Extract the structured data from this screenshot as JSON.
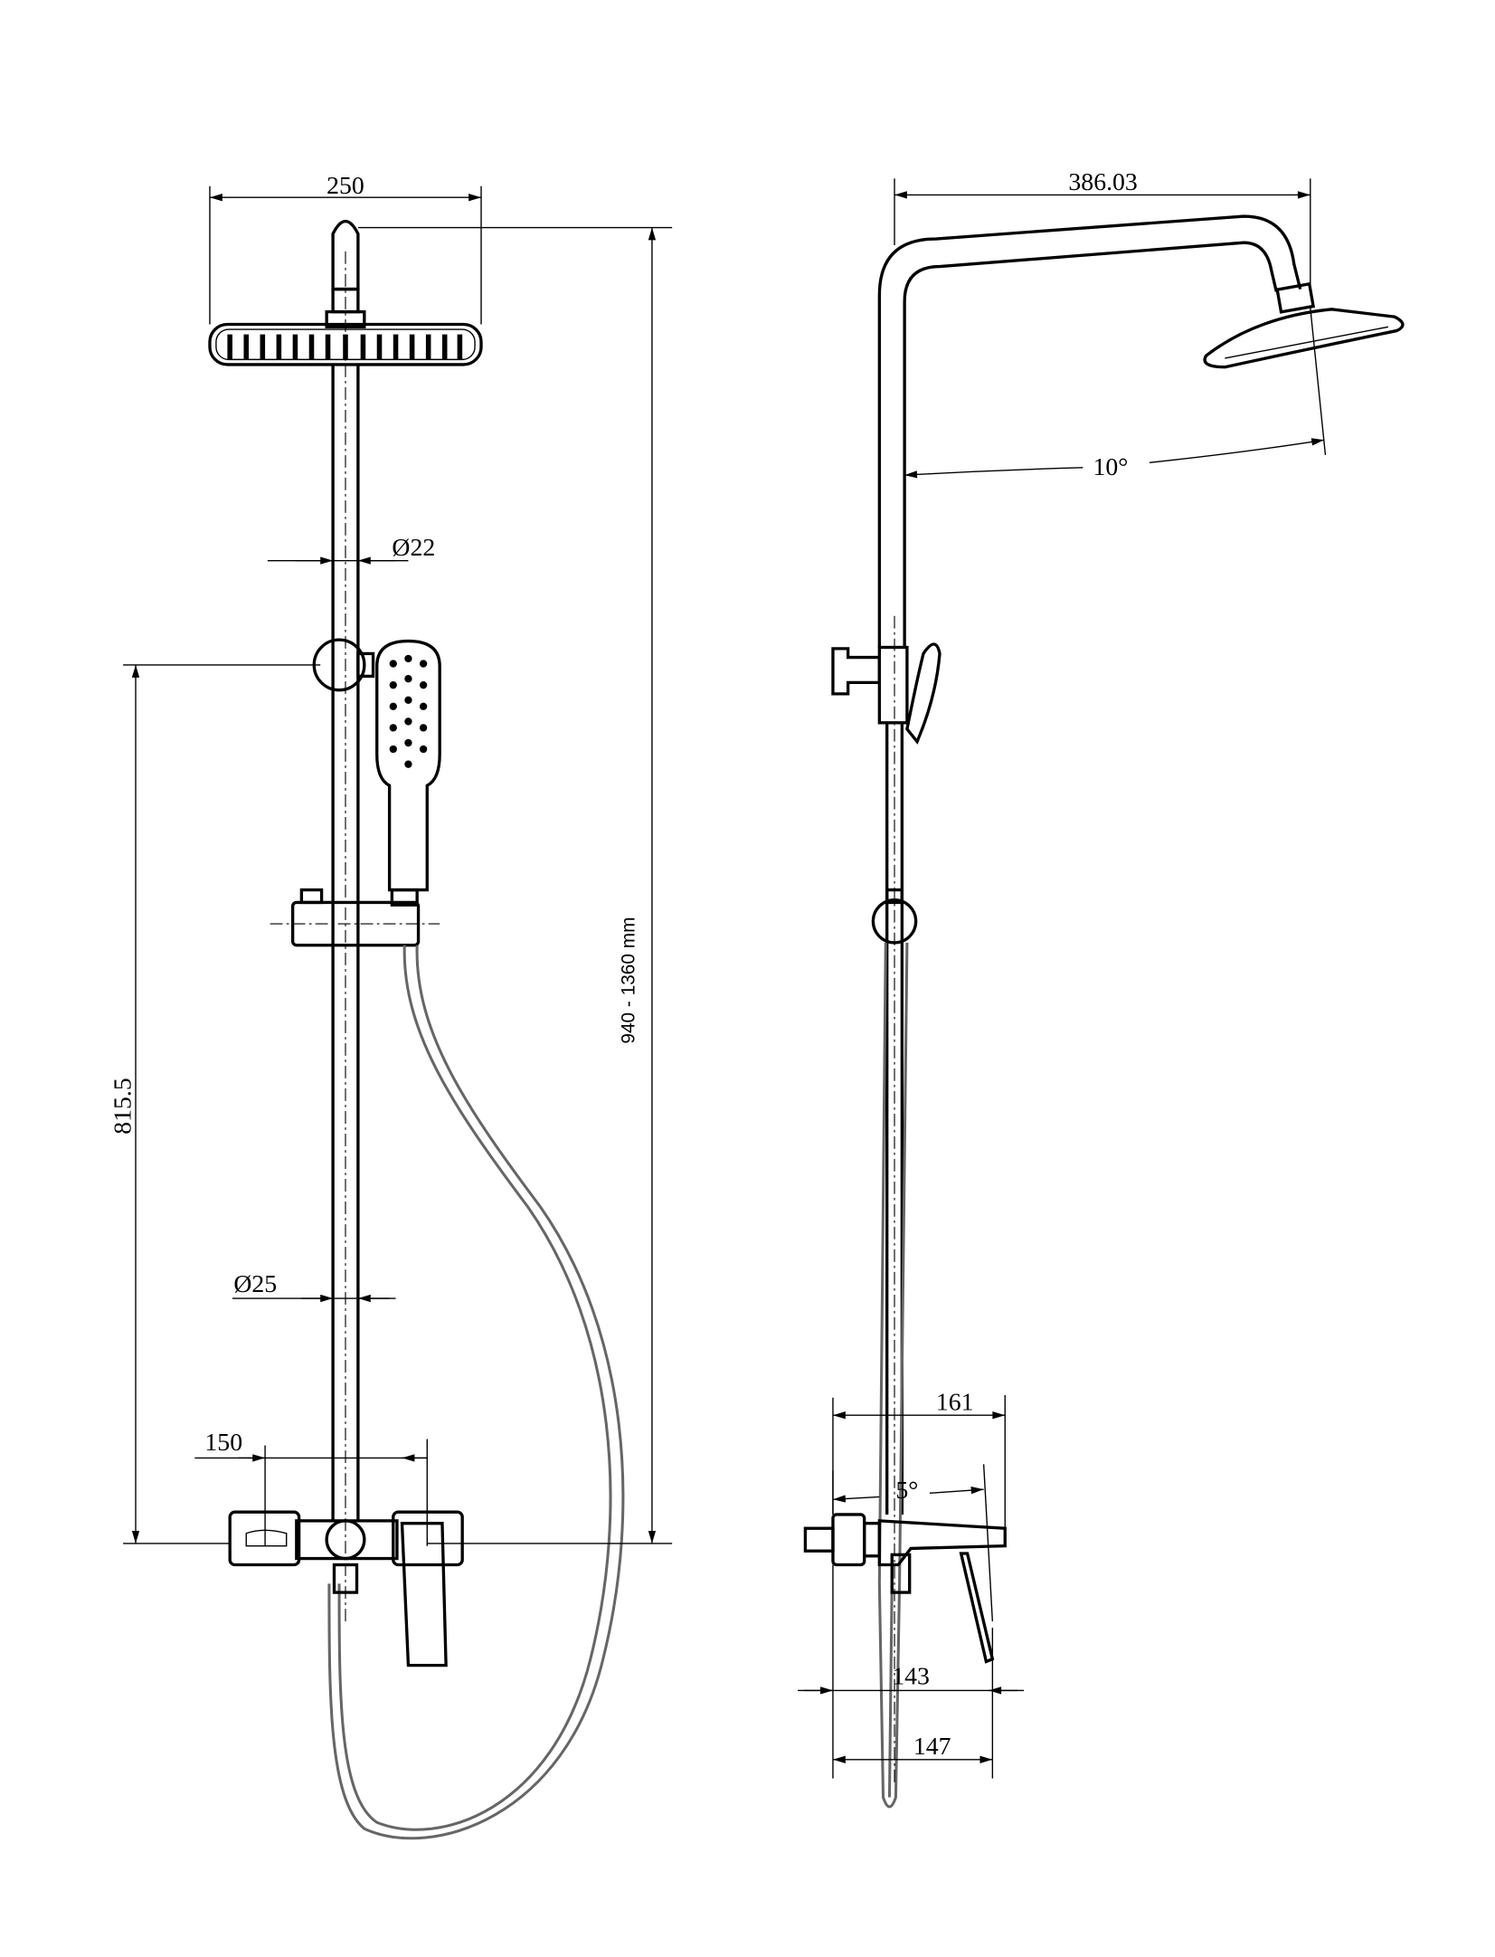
{
  "drawing": {
    "front_view": {
      "head_width": "250",
      "upper_pipe_diameter": "Ø22",
      "lower_pipe_diameter": "Ø25",
      "height_range": "940 - 1360 mm",
      "holder_height": "815.5",
      "inlet_spacing": "150"
    },
    "side_view": {
      "arm_reach": "386.03",
      "head_tilt": "10°",
      "mixer_depth": "161",
      "spout_angle": "5°",
      "depth_lever": "143",
      "depth_spout": "147"
    }
  }
}
